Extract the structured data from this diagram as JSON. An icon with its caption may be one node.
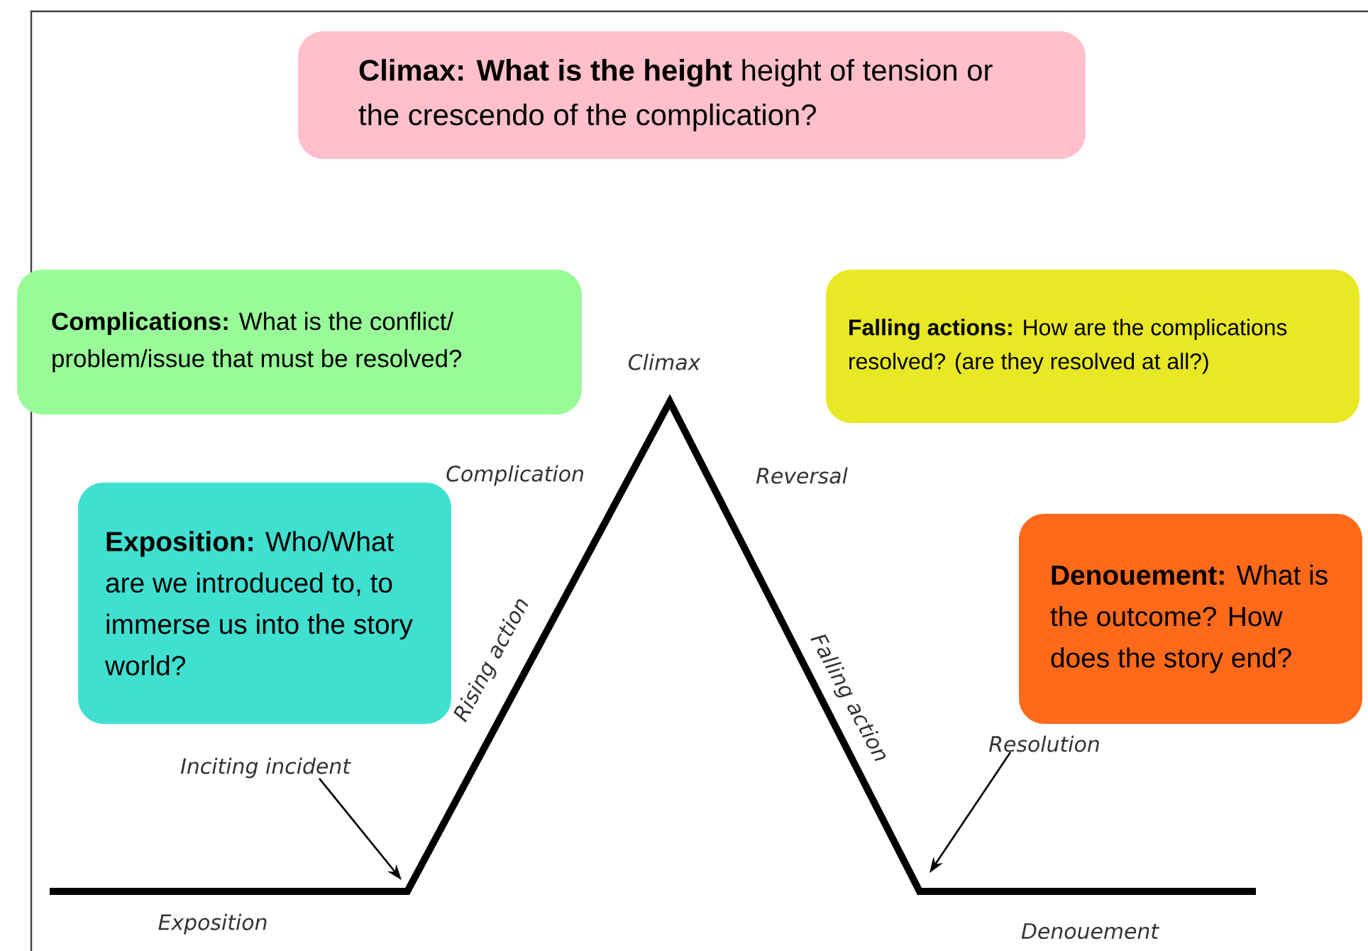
{
  "diagram": {
    "nodes": [
      {
        "text": [
          "**Climax: What is the height** height of tension or the crescendo of the complication?"
        ]
      },
      {
        "text": [
          "**Complications:** What is the conflict/ problem/issue that must be resolved?"
        ]
      },
      {
        "text": [
          "**Falling actions:** How are the complications resolved? (are they resolved at all?)"
        ]
      },
      {
        "text": [
          "**Exposition:** Who/What are we introduced to, to immerse us into the story world?"
        ]
      },
      {
        "text": [
          "**Denouement:** What is the outcome? How does the story end?"
        ]
      },
      {
        "text": [
          "Inciting incident"
        ]
      },
      {
        "text": [
          "Resolution"
        ]
      }
    ],
    "edges": [
      {
        "from": 5,
        "to": null,
        "arrow": "to"
      },
      {
        "from": 6,
        "to": null,
        "arrow": "to"
      }
    ],
    "labels": [
      "Climax",
      "Complication",
      "Reversal",
      "Rising action",
      "Falling action",
      "Exposition",
      "Denouement"
    ]
  }
}
